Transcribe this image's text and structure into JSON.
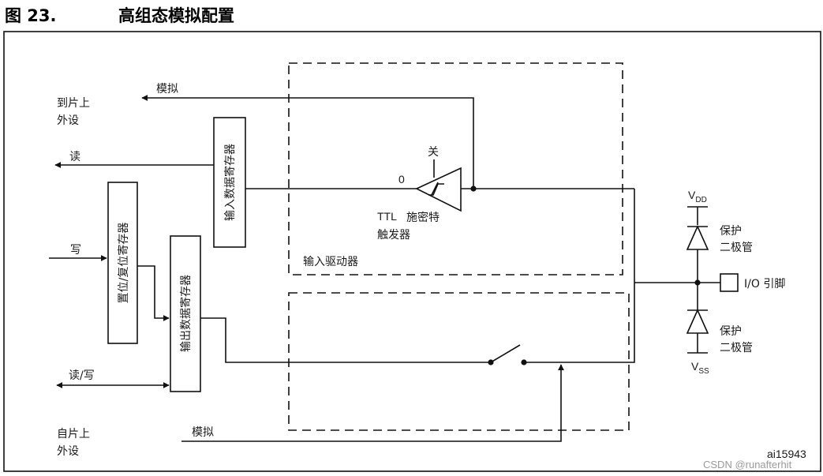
{
  "heading": {
    "number": "图 23.",
    "title": "高组态模拟配置"
  },
  "labels": {
    "analog_top": "模拟",
    "to_onchip_l1": "到片上",
    "to_onchip_l2": "外设",
    "read": "读",
    "write": "写",
    "read_write": "读/写",
    "from_onchip_l1": "自片上",
    "from_onchip_l2": "外设",
    "analog_bottom": "模拟",
    "input_data_register": "输入数据寄存器",
    "set_reset_register": "置位/复位寄存器",
    "output_data_register": "输出数据寄存器",
    "off": "关",
    "zero": "0",
    "ttl": "TTL",
    "schmitt_l1": "施密特",
    "schmitt_l2": "触发器",
    "input_driver": "输入驱动器",
    "vdd_main": "V",
    "vdd_sub": "DD",
    "vss_main": "V",
    "vss_sub": "SS",
    "protect_top_l1": "保护",
    "protect_top_l2": "二极管",
    "protect_bot_l1": "保护",
    "protect_bot_l2": "二极管",
    "io_pin": "I/O 引脚",
    "figure_id": "ai15943",
    "watermark": "CSDN @runafterhit"
  },
  "colors": {
    "line": "#111111",
    "background": "#ffffff",
    "watermark": "#9a9a9a"
  }
}
